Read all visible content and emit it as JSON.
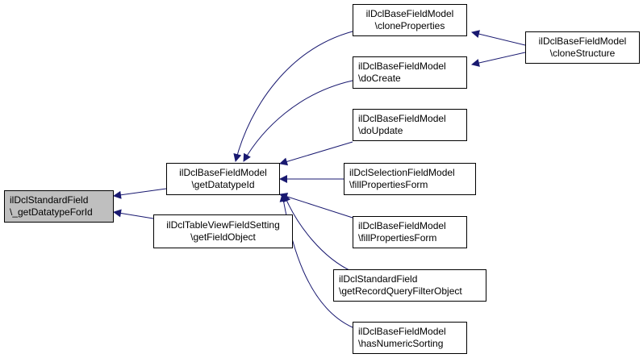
{
  "colors": {
    "edge": "#191970",
    "root_fill": "#bfbfbf",
    "node_fill": "#ffffff",
    "border": "#000000"
  },
  "nodes": {
    "root": {
      "line1": "ilDclStandardField",
      "line2": "\\_getDatatypeForId"
    },
    "getDatatypeId": {
      "line1": "ilDclBaseFieldModel",
      "line2": "\\getDatatypeId"
    },
    "getFieldObject": {
      "line1": "ilDclTableViewFieldSetting",
      "line2": "\\getFieldObject"
    },
    "cloneProperties": {
      "line1": "ilDclBaseFieldModel",
      "line2": "\\cloneProperties"
    },
    "cloneStructure": {
      "line1": "ilDclBaseFieldModel",
      "line2": "\\cloneStructure"
    },
    "doCreate": {
      "line1": "ilDclBaseFieldModel",
      "line2": "\\doCreate"
    },
    "doUpdate": {
      "line1": "ilDclBaseFieldModel",
      "line2": "\\doUpdate"
    },
    "fillPropertiesFormSelection": {
      "line1": "ilDclSelectionFieldModel",
      "line2": "\\fillPropertiesForm"
    },
    "fillPropertiesFormBase": {
      "line1": "ilDclBaseFieldModel",
      "line2": "\\fillPropertiesForm"
    },
    "getRecordQueryFilterObject": {
      "line1": "ilDclStandardField",
      "line2": "\\getRecordQueryFilterObject"
    },
    "hasNumericSorting": {
      "line1": "ilDclBaseFieldModel",
      "line2": "\\hasNumericSorting"
    }
  }
}
